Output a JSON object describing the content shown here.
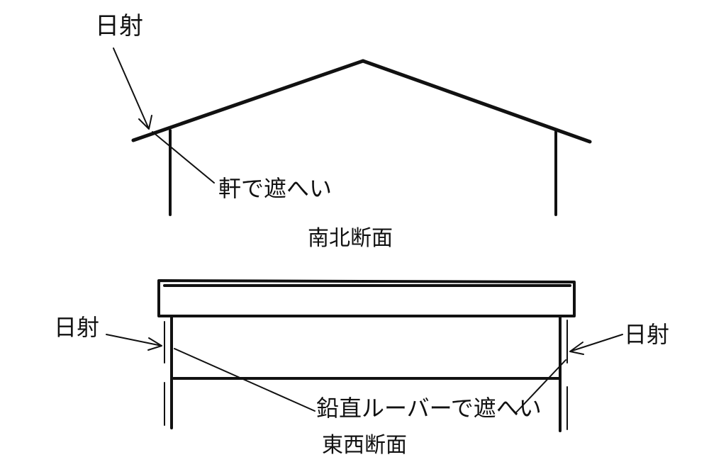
{
  "north_south_section": {
    "sun_label": "日射",
    "eave_label": "軒で遮へい",
    "title": "南北断面"
  },
  "east_west_section": {
    "sun_left_label": "日射",
    "sun_right_label": "日射",
    "louver_label": "鉛直ルーバーで遮へい",
    "title": "東西断面"
  }
}
